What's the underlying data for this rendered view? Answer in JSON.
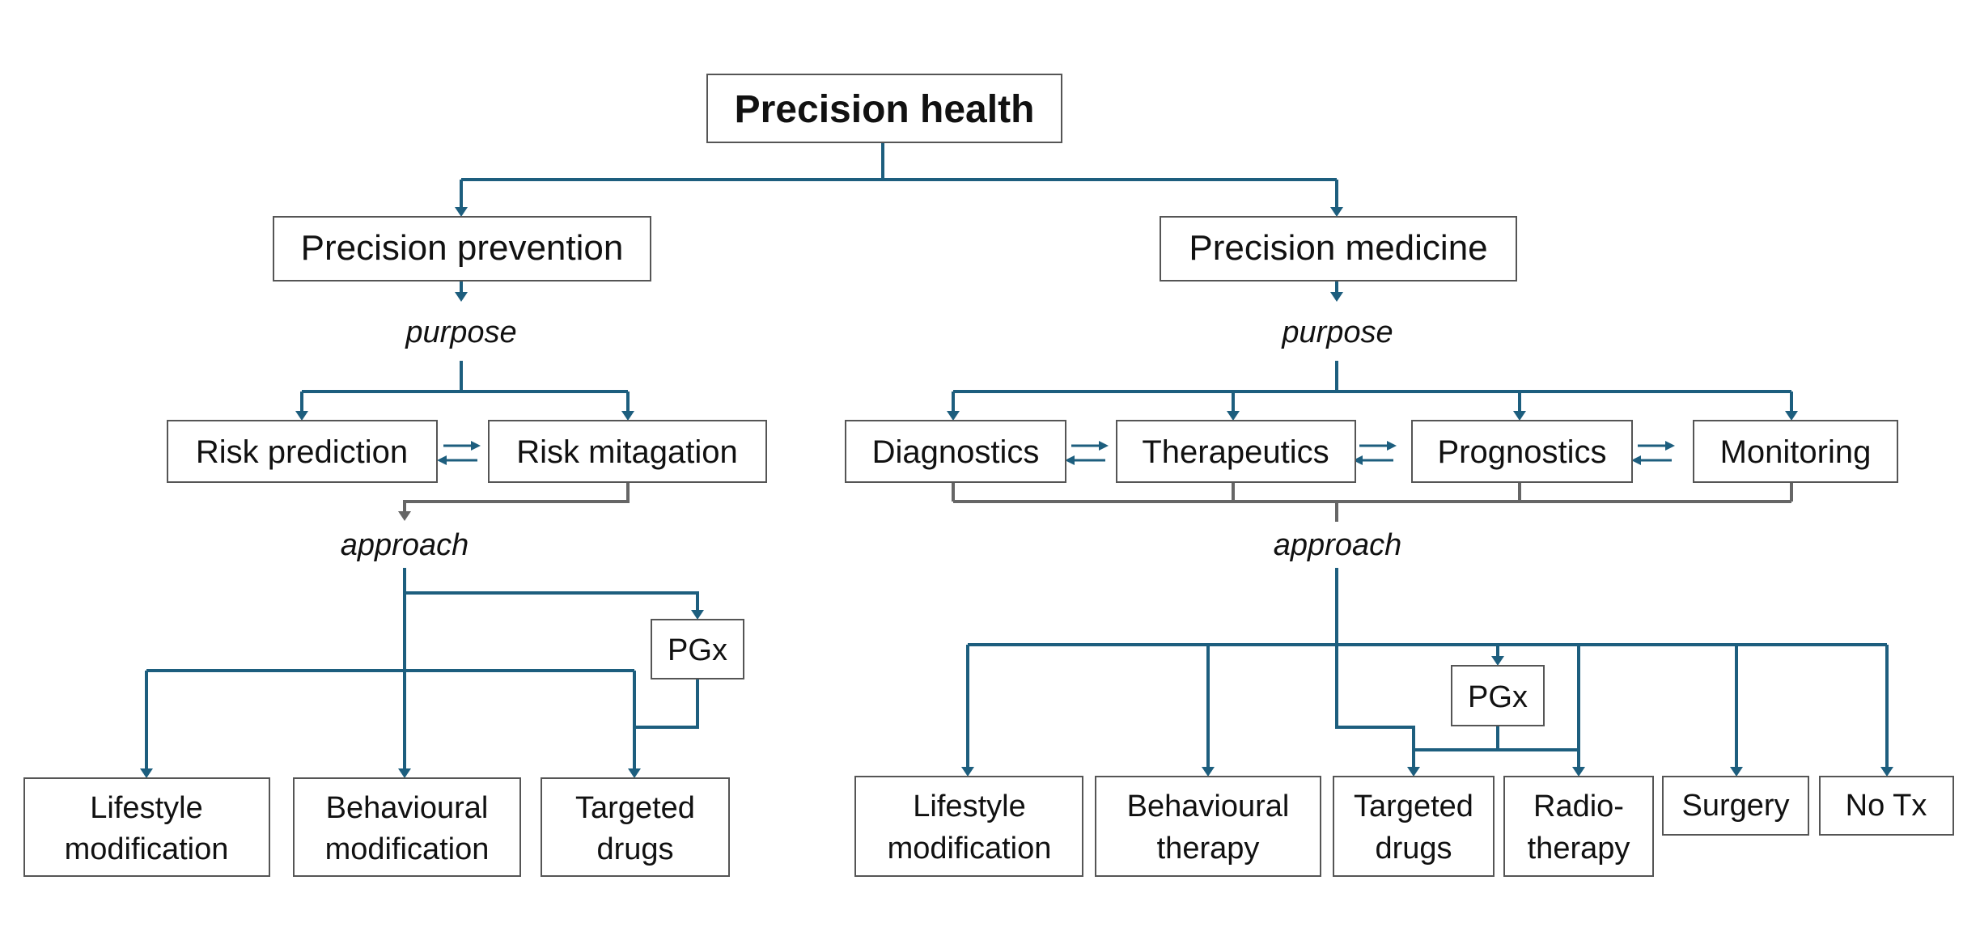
{
  "root": "Precision health",
  "prevention": {
    "title": "Precision prevention",
    "purpose_label": "purpose",
    "purposes": [
      "Risk prediction",
      "Risk mitagation"
    ],
    "approach_label": "approach",
    "pgx": "PGx",
    "leaves": [
      [
        "Lifestyle",
        "modification"
      ],
      [
        "Behavioural",
        "modification"
      ],
      [
        "Targeted",
        "drugs"
      ]
    ]
  },
  "medicine": {
    "title": "Precision medicine",
    "purpose_label": "purpose",
    "purposes": [
      "Diagnostics",
      "Therapeutics",
      "Prognostics",
      "Monitoring"
    ],
    "approach_label": "approach",
    "pgx": "PGx",
    "leaves": [
      [
        "Lifestyle",
        "modification"
      ],
      [
        "Behavioural",
        "therapy"
      ],
      [
        "Targeted",
        "drugs"
      ],
      [
        "Radio-",
        "therapy"
      ],
      [
        "Surgery"
      ],
      [
        "No Tx"
      ]
    ]
  },
  "colors": {
    "connector": "#1d5e7e",
    "approach_connector": "#666666",
    "box_border": "#555555"
  }
}
